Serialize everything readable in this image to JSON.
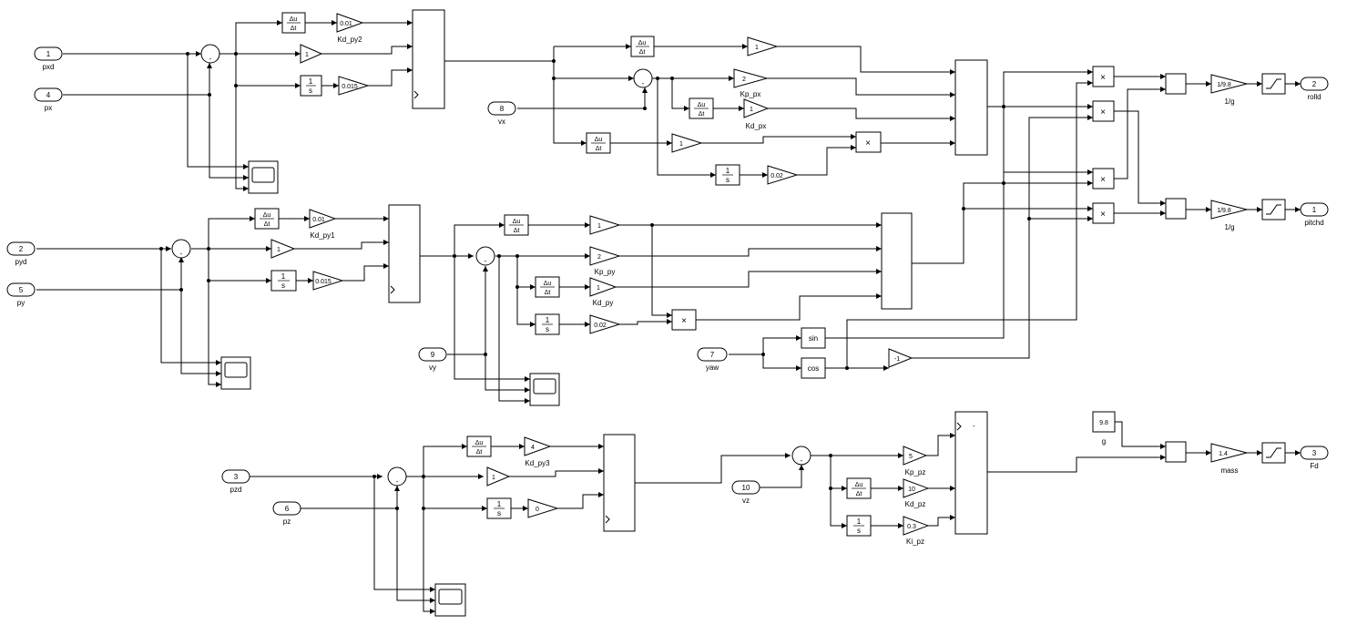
{
  "inports": [
    {
      "num": "1",
      "label": "pxd"
    },
    {
      "num": "4",
      "label": "px"
    },
    {
      "num": "8",
      "label": "vx"
    },
    {
      "num": "2",
      "label": "pyd"
    },
    {
      "num": "5",
      "label": "py"
    },
    {
      "num": "9",
      "label": "vy"
    },
    {
      "num": "7",
      "label": "yaw"
    },
    {
      "num": "3",
      "label": "pzd"
    },
    {
      "num": "6",
      "label": "pz"
    },
    {
      "num": "10",
      "label": "vz"
    }
  ],
  "outports": [
    {
      "num": "2",
      "label": "rolld"
    },
    {
      "num": "1",
      "label": "pitchd"
    },
    {
      "num": "3",
      "label": "Fd"
    }
  ],
  "gains": [
    {
      "value": "0.01",
      "label": "Kd_py2"
    },
    {
      "value": "1",
      "label": ""
    },
    {
      "value": "0.015",
      "label": ""
    },
    {
      "value": "1",
      "label": ""
    },
    {
      "value": "2",
      "label": "Kp_px"
    },
    {
      "value": "1",
      "label": "Kd_px"
    },
    {
      "value": "1",
      "label": ""
    },
    {
      "value": "0.02",
      "label": ""
    },
    {
      "value": "0.01",
      "label": "Kd_py1"
    },
    {
      "value": "1",
      "label": ""
    },
    {
      "value": "0.015",
      "label": ""
    },
    {
      "value": "1",
      "label": ""
    },
    {
      "value": "2",
      "label": "Kp_py"
    },
    {
      "value": "1",
      "label": "Kd_py"
    },
    {
      "value": "0.02",
      "label": ""
    },
    {
      "value": "-1",
      "label": ""
    },
    {
      "value": "4",
      "label": "Kd_py3"
    },
    {
      "value": "1",
      "label": ""
    },
    {
      "value": "0",
      "label": ""
    },
    {
      "value": "5",
      "label": "Kp_pz"
    },
    {
      "value": "10",
      "label": "Kd_pz"
    },
    {
      "value": "0.3",
      "label": "Ki_pz"
    },
    {
      "value": "1/9.8",
      "label": "1/g"
    },
    {
      "value": "1/9.8",
      "label": "1/g"
    },
    {
      "value": "1.4",
      "label": "mass"
    }
  ],
  "derivative": {
    "top": "Δu",
    "bottom": "Δt"
  },
  "integrator": {
    "top": "1",
    "bottom": "s"
  },
  "product_symbol": "×",
  "sum_sign": "-",
  "trig": {
    "sin": "sin",
    "cos": "cos"
  },
  "constant": {
    "value": "9.8",
    "label": "g"
  }
}
